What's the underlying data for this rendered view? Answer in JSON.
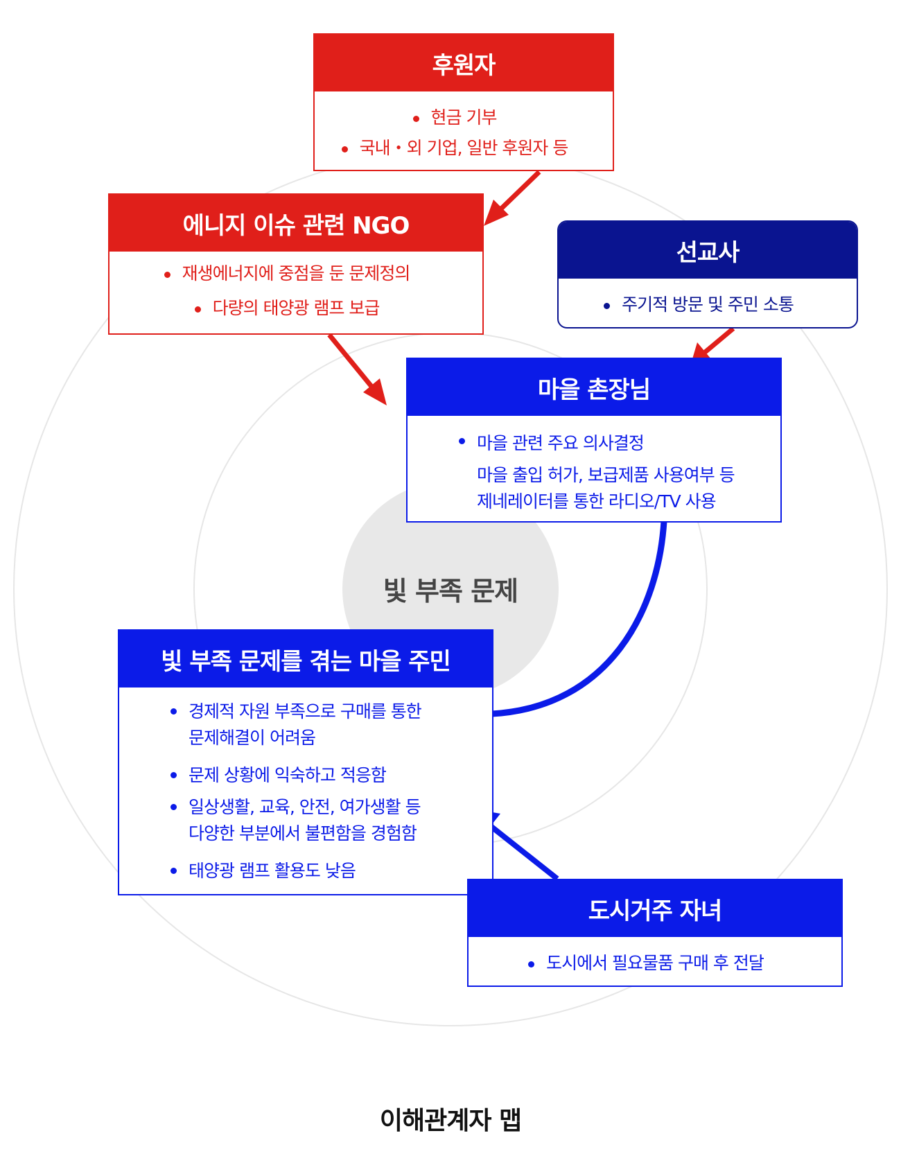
{
  "center": {
    "label": "빛 부족 문제"
  },
  "boxes": {
    "sponsor": {
      "title": "후원자",
      "items": [
        "현금 기부",
        "국내・외 기업, 일반 후원자 등"
      ]
    },
    "ngo": {
      "title": "에니지 이슈 관련 NGO",
      "items": [
        "재생에너지에 중점을 둔 문제정의",
        "다량의 태양광 램프 보급"
      ]
    },
    "missionary": {
      "title": "선교사",
      "items": [
        "주기적 방문 및 주민 소통"
      ]
    },
    "chief": {
      "title": "마을 촌장님",
      "items": [
        "마을 관련 주요 의사결정"
      ],
      "sub": [
        "마을 출입 허가, 보급제품 사용여부 등",
        "제네레이터를 통한 라디오/TV 사용"
      ]
    },
    "residents": {
      "title": "빛 부족 문제를 겪는 마을 주민",
      "items": [
        [
          "경제적 자원 부족으로 구매를 통한",
          "문제해결이 어려움"
        ],
        [
          "문제 상황에 익숙하고 적응함"
        ],
        [
          "일상생활, 교육, 안전, 여가생활 등",
          "다양한 부분에서 불편함을 경험함"
        ],
        [
          "태양광 램프 활용도 낮음"
        ]
      ]
    },
    "children": {
      "title": "도시거주 자녀",
      "items": [
        "도시에서 필요물품 구매 후 전달"
      ]
    }
  },
  "caption": "이해관계자 맵",
  "colors": {
    "red": "#e01f1a",
    "blue": "#0b1be8",
    "navy": "#0a1490",
    "ring": "#e6e6e6",
    "center_fill": "#e8e8e8",
    "center_text": "#444444"
  }
}
